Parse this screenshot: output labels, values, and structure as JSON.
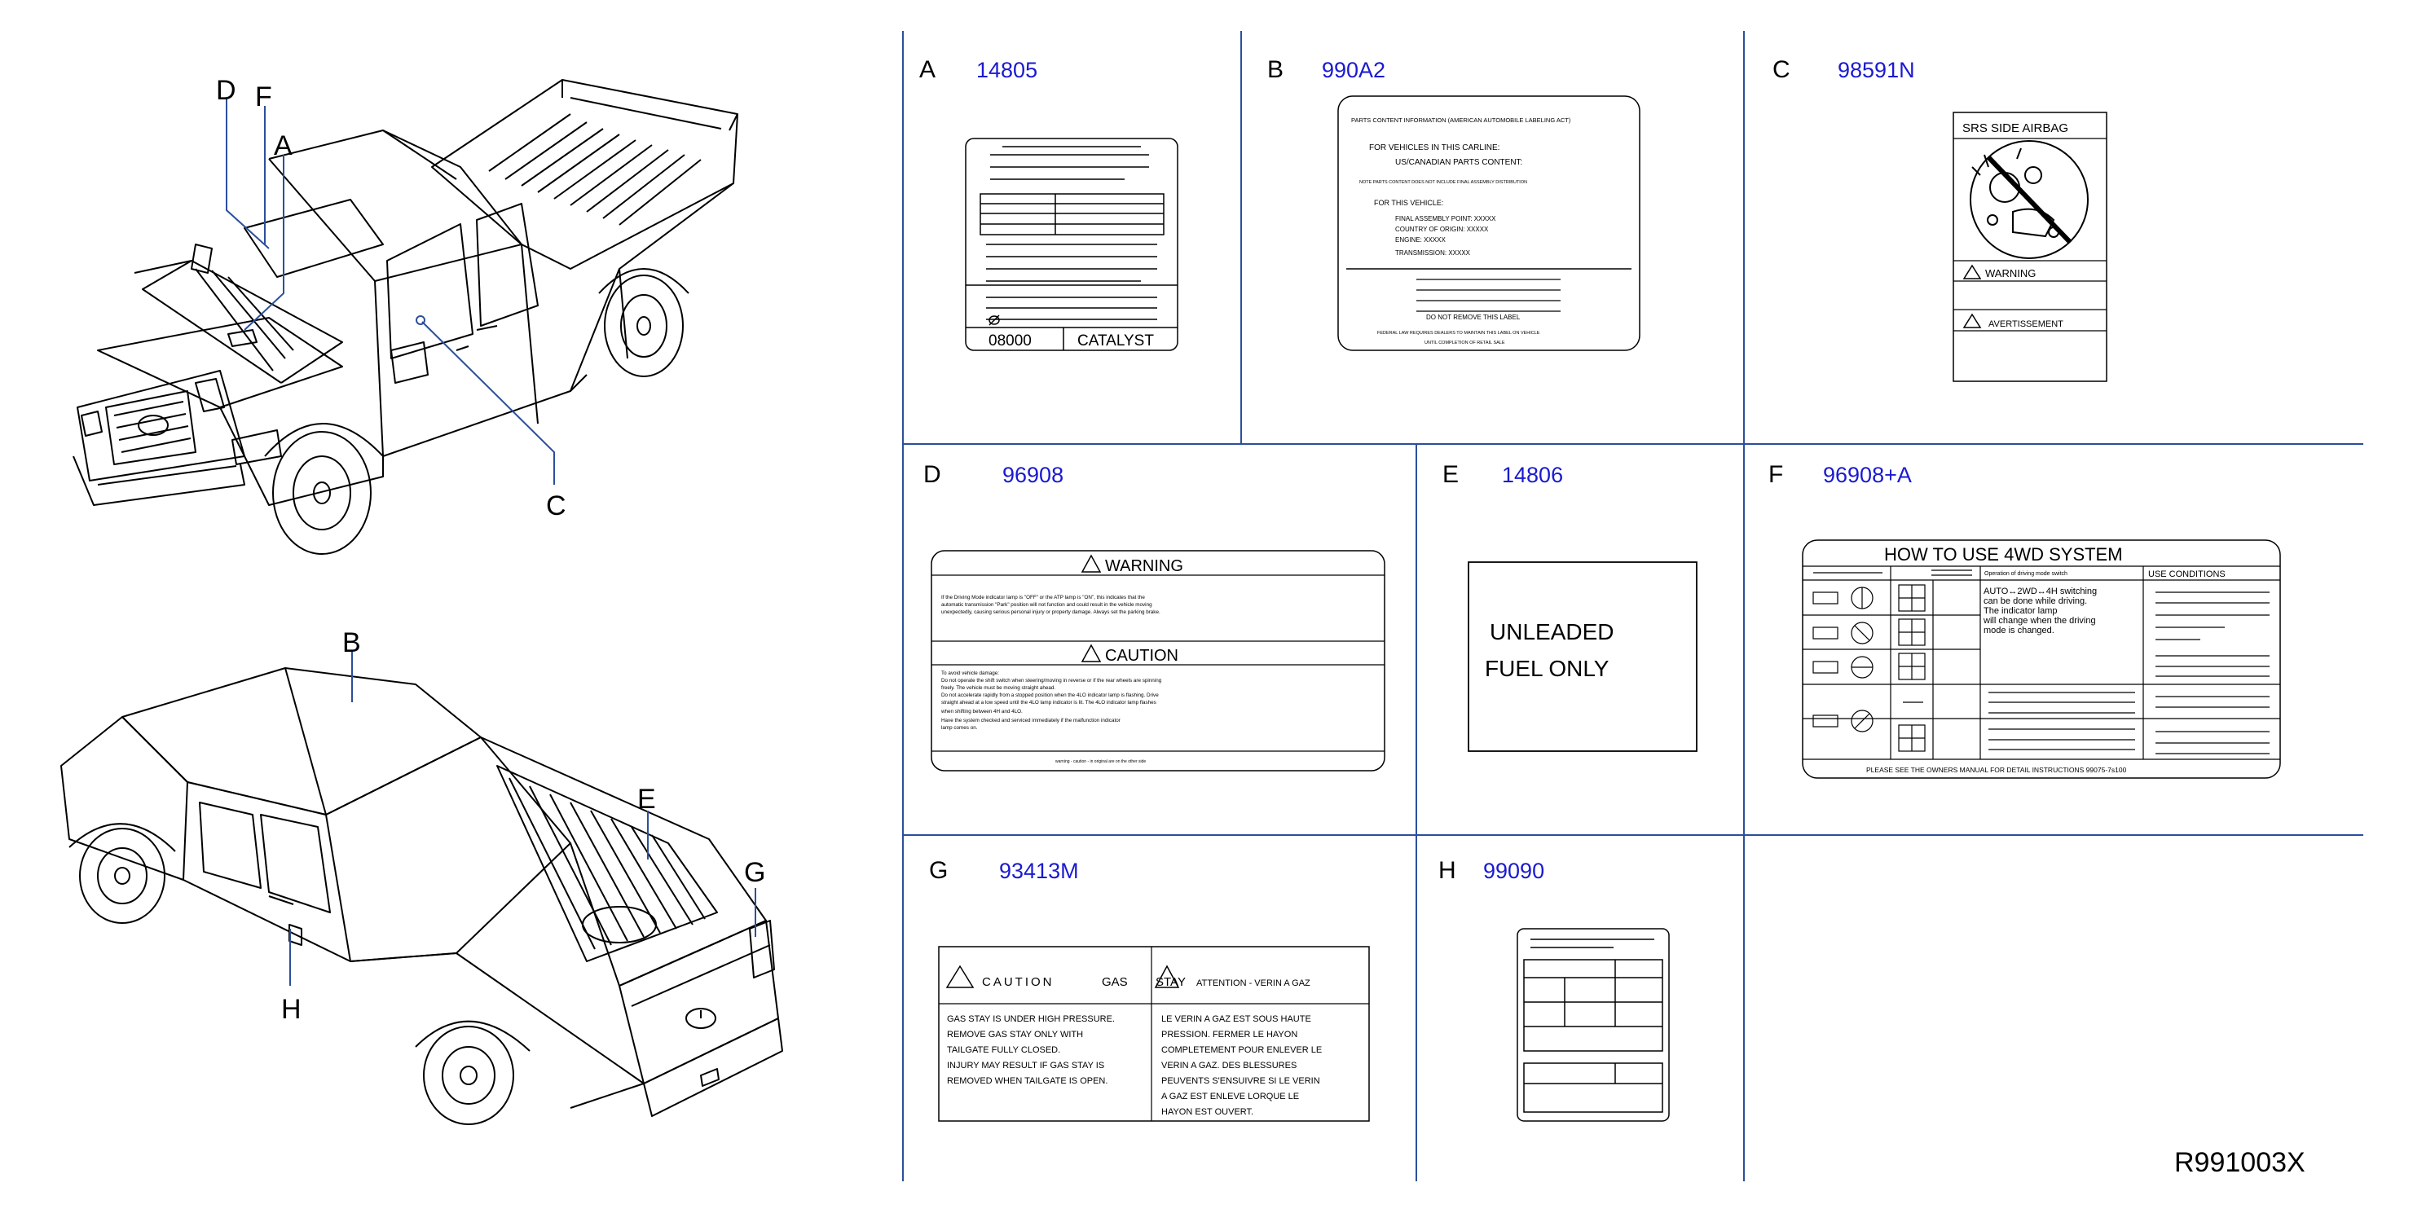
{
  "diagram_id": "R991003X",
  "colors": {
    "part_number": "#1a1ad0",
    "grid_line": "#2b4f9c",
    "ink": "#000000"
  },
  "callouts": [
    {
      "letter": "D"
    },
    {
      "letter": "F"
    },
    {
      "letter": "A"
    },
    {
      "letter": "C"
    },
    {
      "letter": "B"
    },
    {
      "letter": "E"
    },
    {
      "letter": "G"
    },
    {
      "letter": "H"
    }
  ],
  "panels": [
    {
      "letter": "A",
      "part": "14805"
    },
    {
      "letter": "B",
      "part": "990A2"
    },
    {
      "letter": "C",
      "part": "98591N"
    },
    {
      "letter": "D",
      "part": "96908"
    },
    {
      "letter": "E",
      "part": "14806"
    },
    {
      "letter": "F",
      "part": "96908+A"
    },
    {
      "letter": "G",
      "part": "93413M"
    },
    {
      "letter": "H",
      "part": "99090"
    }
  ],
  "label_a": {
    "left": "08000",
    "right": "CATALYST"
  },
  "label_b": {
    "line1": "PARTS   CONTENT   INFORMATION   (AMERICAN   AUTOMOBILE   LABELING   ACT)",
    "line2": "FOR   VEHICLES   IN   THIS   CARLINE:",
    "line3": "US/CANADIAN   PARTS   CONTENT:",
    "line4": "NOTE   PARTS   CONTENT   DOES   NOT   INCLUDE   FINAL   ASSEMBLY   DISTRIBUTION",
    "line5": "FOR   THIS   VEHICLE:",
    "line6": "FINAL   ASSEMBLY   POINT:   XXXXX",
    "line7": "COUNTRY   OF   ORIGIN:   XXXXX",
    "line8": "ENGINE:   XXXXX",
    "line9": "TRANSMISSION:   XXXXX",
    "line10": "DO   NOT   REMOVE   THIS   LABEL",
    "line11": "FEDERAL   LAW   REQUIRES   DEALERS   TO   MAINTAIN   THIS   LABEL   ON   VEHICLE",
    "line12": "UNTIL   COMPLETION   OF   RETAIL   SALE"
  },
  "label_c": {
    "title": "SRS   SIDE   AIRBAG",
    "warning": "WARNING",
    "avert": "AVERTISSEMENT"
  },
  "label_d": {
    "warning_title": "WARNING",
    "caution_title": "CAUTION",
    "w1": "If the Driving Mode indicator lamp is \"OFF\" or the ATP lamp is \"ON\", this indicates that the",
    "w2": "automatic transmission \"Park\" position will not function and could result in the vehicle moving",
    "w3": "unexpectedly, causing serious personal injury or property damage. Always set the parking brake.",
    "c1": "To avoid vehicle damage:",
    "c2": "Do not operate the shift switch when steering/moving in reverse or if the rear wheels are spinning",
    "c3": "freely. The vehicle must be moving straight ahead.",
    "c4": "Do not accelerate rapidly from a stopped position when the 4LO indicator lamp is flashing. Drive",
    "c5": "straight ahead at a low speed until the 4LO lamp indicator is lit. The 4LO indicator lamp flashes",
    "c6": "when shifting between 4H and 4LO.",
    "c7": "Have the system checked and serviced immediately if the      malfunction indicator",
    "c8": "lamp comes on.",
    "foot": "warning   -   caution   -   in   original   are   on   the   other   side"
  },
  "label_e": {
    "line1": "UNLEADED",
    "line2": "FUEL   ONLY"
  },
  "label_f": {
    "title": "HOW   TO   USE   4WD   SYSTEM",
    "col_op": "Operation   of   driving   mode   switch",
    "col_use": "USE   CONDITIONS",
    "t1": "AUTO↔2WD↔4H   switching",
    "t2": "can   be   done   while driving.",
    "t3": "The indicator   lamp",
    "t4": "will change   when   the driving",
    "t5": "mode is changed.",
    "foot": "PLEASE   SEE   THE   OWNERS   MANUAL   FOR   DETAIL   INSTRUCTIONS   99075-7s100"
  },
  "label_g": {
    "caution": "CAUTION",
    "gas": "GAS",
    "stay": "STAY",
    "attention": "ATTENTION   -   VERIN   A   GAZ",
    "en1": "GAS   STAY   IS   UNDER   HIGH   PRESSURE.",
    "en2": "REMOVE   GAS   STAY   ONLY   WITH",
    "en3": "TAILGATE   FULLY   CLOSED.",
    "en4": "INJURY   MAY   RESULT   IF   GAS   STAY   IS",
    "en5": "REMOVED   WHEN   TAILGATE   IS   OPEN.",
    "fr1": "LE   VERIN   A   GAZ   EST   SOUS   HAUTE",
    "fr2": "PRESSION.   FERMER   LE   HAYON",
    "fr3": "COMPLETEMENT   POUR   ENLEVER   LE",
    "fr4": "VERIN   A   GAZ.   DES   BLESSURES",
    "fr5": "PEUVENTS   S'ENSUIVRE   SI   LE   VERIN",
    "fr6": "A   GAZ   EST   ENLEVE   LORQUE   LE",
    "fr7": "HAYON   EST   OUVERT."
  }
}
